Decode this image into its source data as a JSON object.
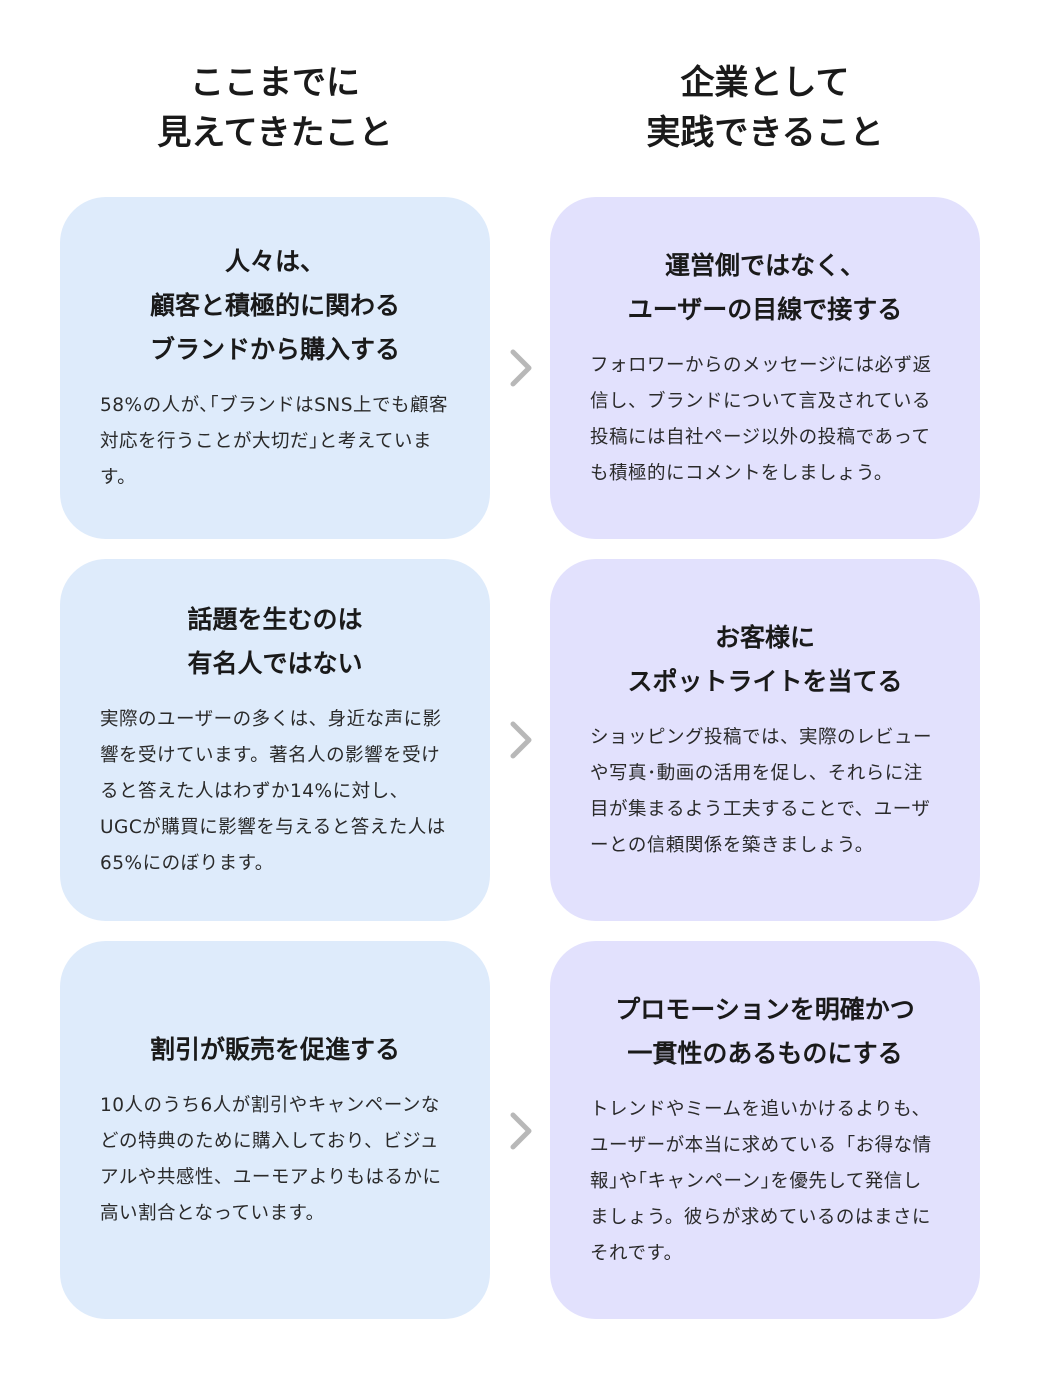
{
  "headings": {
    "left": [
      "ここまでに",
      "見えてきたこと"
    ],
    "right": [
      "企業として",
      "実践できること"
    ]
  },
  "rows": [
    {
      "left": {
        "title": [
          "人々は、",
          "顧客と積極的に関わる",
          "ブランドから購入する"
        ],
        "body": "58%の人が､｢ブランドはSNS上でも顧客対応を行うことが大切だ｣と考えています。"
      },
      "right": {
        "title": [
          "運営側ではなく、",
          "ユーザーの目線で接する"
        ],
        "body": "フォロワーからのメッセージには必ず返信し、ブランドについて言及されている投稿には自社ページ以外の投稿であっても積極的にコメントをしましょう。"
      }
    },
    {
      "left": {
        "title": [
          "話題を生むのは",
          "有名人ではない"
        ],
        "body": "実際のユーザーの多くは、身近な声に影響を受けています。著名人の影響を受けると答えた人はわずか14%に対し、UGCが購買に影響を与えると答えた人は65%にのぼります。"
      },
      "right": {
        "title": [
          "お客様に",
          "スポットライトを当てる"
        ],
        "body": "ショッピング投稿では、実際のレビューや写真･動画の活用を促し、それらに注目が集まるよう工夫することで、ユーザーとの信頼関係を築きましょう。"
      }
    },
    {
      "left": {
        "title": [
          "割引が販売を促進する"
        ],
        "body": "10人のうち6人が割引やキャンペーンなどの特典のために購入しており、ビジュアルや共感性、ユーモアよりもはるかに高い割合となっています。"
      },
      "right": {
        "title": [
          "プロモーションを明確かつ",
          "一貫性のあるものにする"
        ],
        "body": "トレンドやミームを追いかけるよりも、ユーザーが本当に求めている「お得な情報｣や｢キャンペーン｣を優先して発信しましょう。彼らが求めているのはまさにそれです。"
      }
    }
  ],
  "icons": {
    "arrow": "chevron-right-icon"
  },
  "colors": {
    "left_card": "#deebfb",
    "right_card": "#e2e1fd",
    "arrow": "#b8b8b8"
  }
}
